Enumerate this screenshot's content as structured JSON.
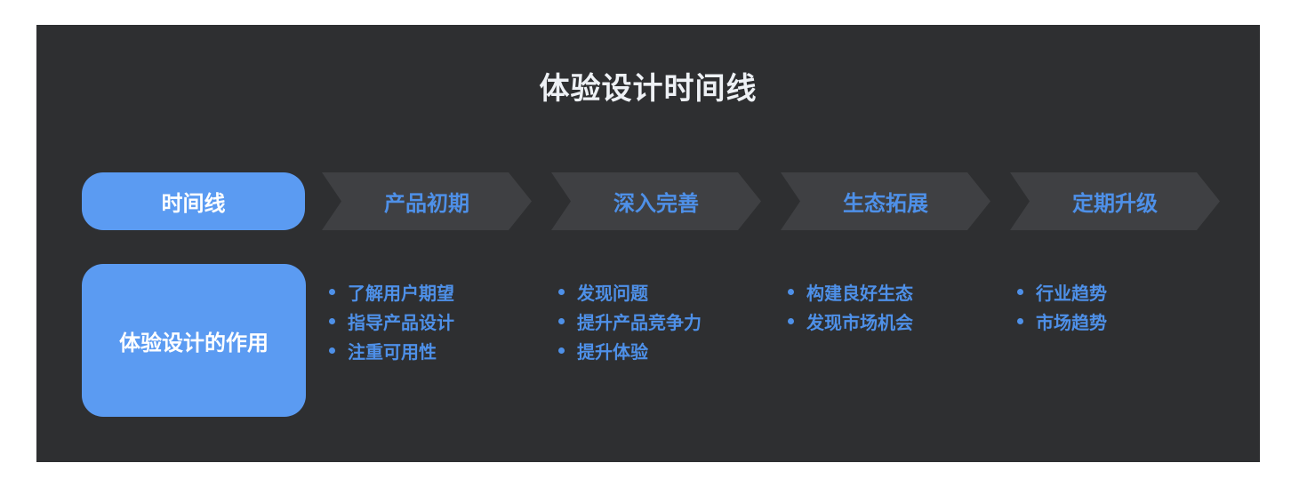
{
  "title": "体验设计时间线",
  "colors": {
    "panel_background": "#2e2f31",
    "chevron_fill": "#3f4043",
    "accent_blue_fill": "#5b9bf2",
    "accent_blue_text": "#4e90e8",
    "title_text": "#eef1f5"
  },
  "timeline": {
    "header_label": "时间线",
    "role_label": "体验设计的作用",
    "stages": [
      {
        "label": "产品初期",
        "items": [
          "了解用户期望",
          "指导产品设计",
          "注重可用性"
        ]
      },
      {
        "label": "深入完善",
        "items": [
          "发现问题",
          "提升产品竞争力",
          "提升体验"
        ]
      },
      {
        "label": "生态拓展",
        "items": [
          "构建良好生态",
          "发现市场机会"
        ]
      },
      {
        "label": "定期升级",
        "items": [
          "行业趋势",
          "市场趋势"
        ]
      }
    ]
  }
}
